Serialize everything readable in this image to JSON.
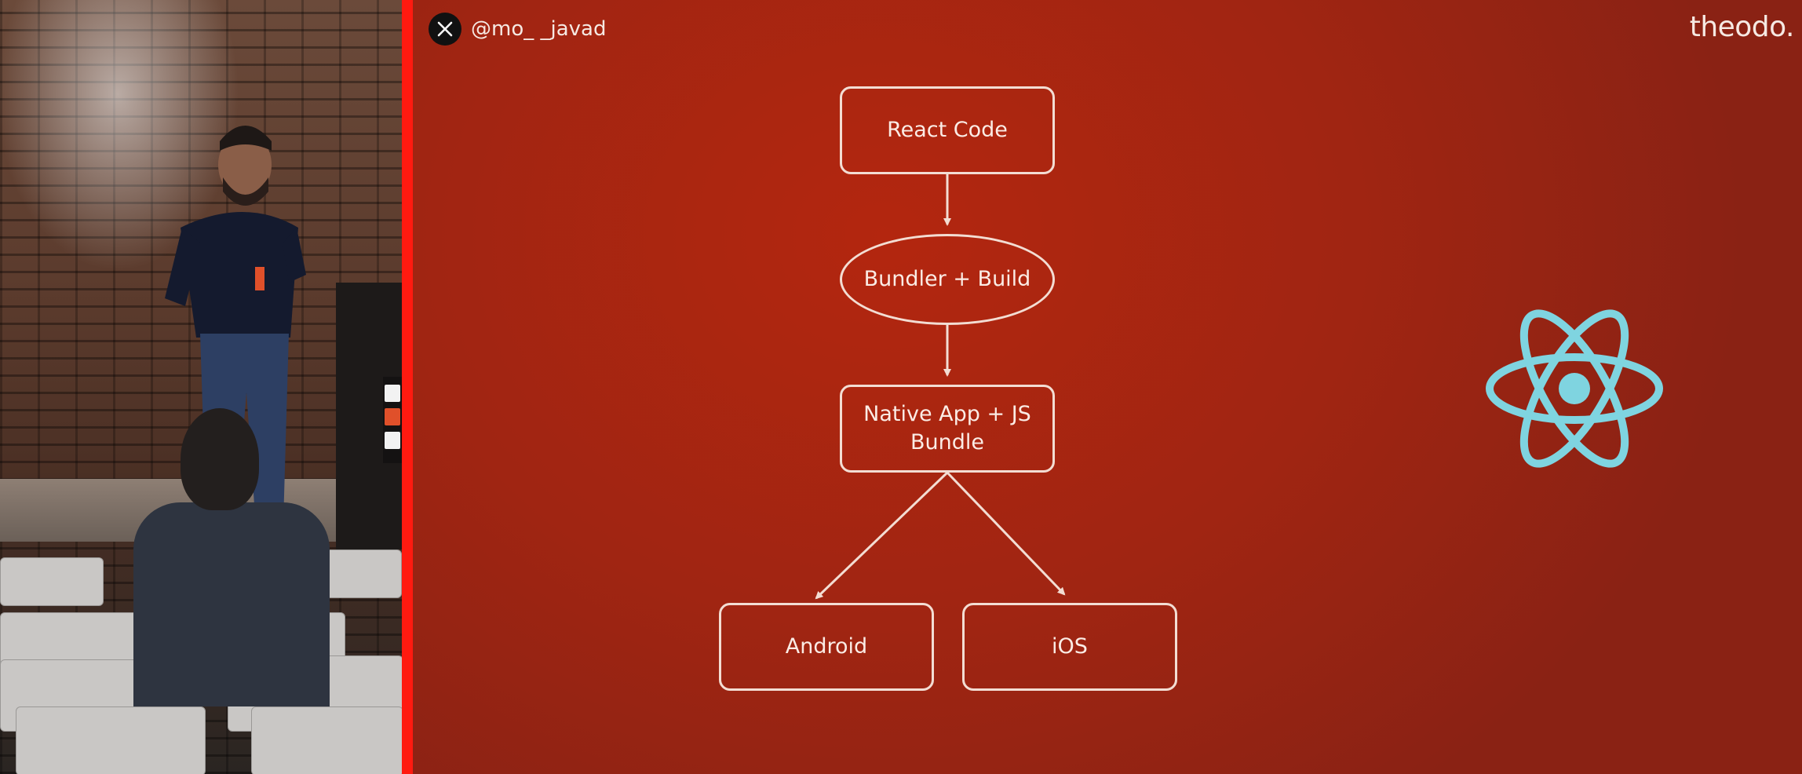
{
  "slide": {
    "handle": "@mo_ _javad",
    "brand": "theodo.",
    "nodes": {
      "react_code": "React Code",
      "bundler": "Bundler + Build",
      "native_bundle": "Native App + JS Bundle",
      "android": "Android",
      "ios": "iOS"
    },
    "icons": {
      "social": "x-icon",
      "logo": "react-logo-icon"
    }
  },
  "colors": {
    "slide_background": "#a02512",
    "divider": "#ff1a10",
    "diagram_stroke": "#f3ddd3",
    "react_logo": "#7fd4e0"
  }
}
